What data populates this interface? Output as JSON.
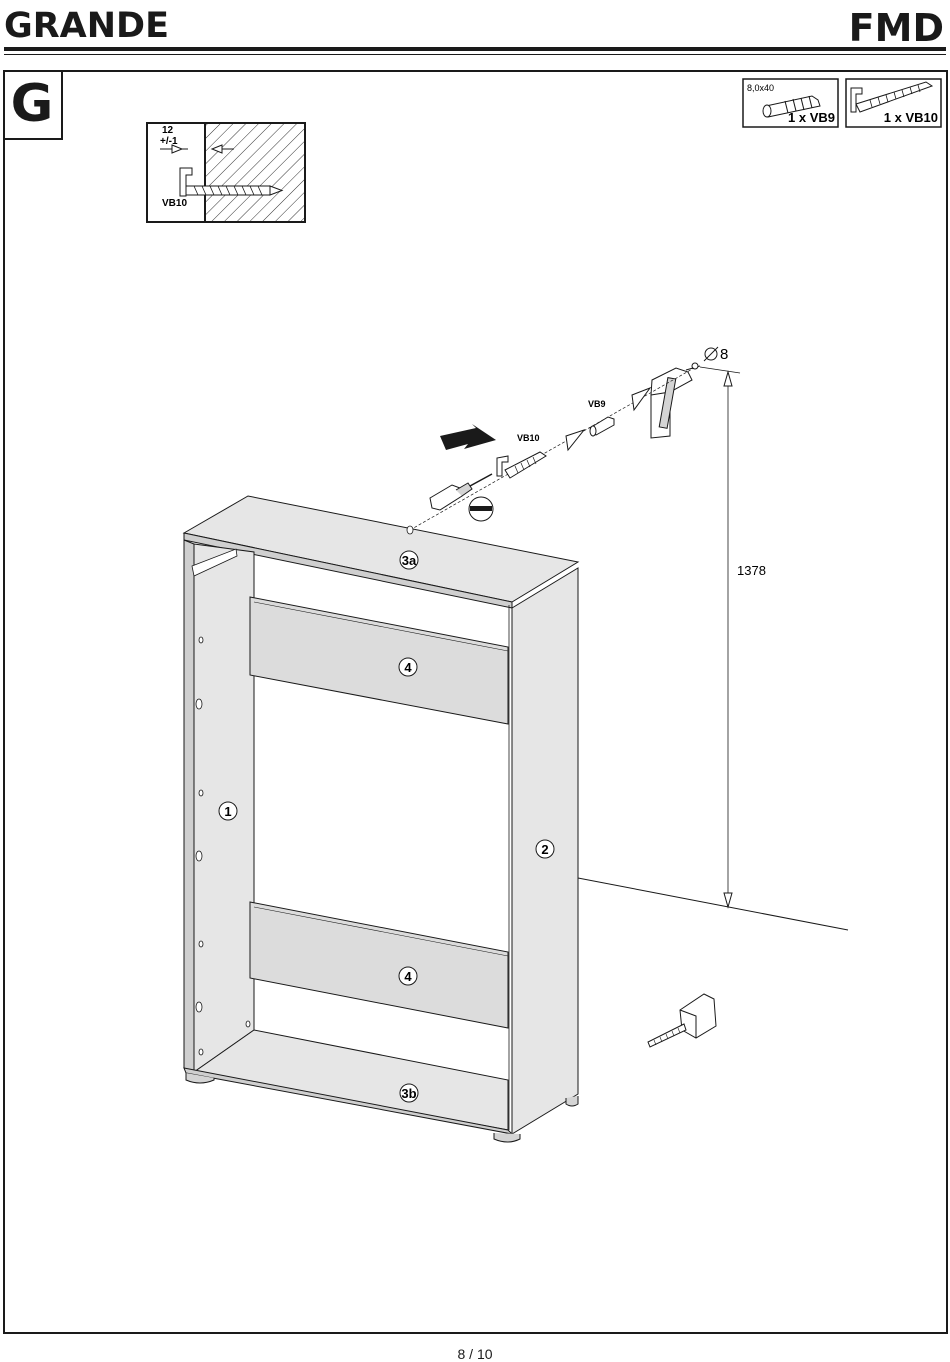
{
  "header": {
    "product_name": "GRANDE",
    "brand": "FMD"
  },
  "step": {
    "letter": "G"
  },
  "detail_inset": {
    "gap_value": "12",
    "gap_tolerance": "+/-1",
    "part_label": "VB10"
  },
  "parts": [
    {
      "spec": "8,0x40",
      "label": "1 x VB9"
    },
    {
      "spec": "",
      "label": "1 x VB10"
    }
  ],
  "callouts": {
    "drill_diameter": "8",
    "height_dimension": "1378",
    "screw_label": "VB10",
    "dowel_label": "VB9"
  },
  "panels": [
    "3a",
    "4",
    "1",
    "2",
    "4",
    "3b"
  ],
  "footer": {
    "page": "8 / 10"
  }
}
